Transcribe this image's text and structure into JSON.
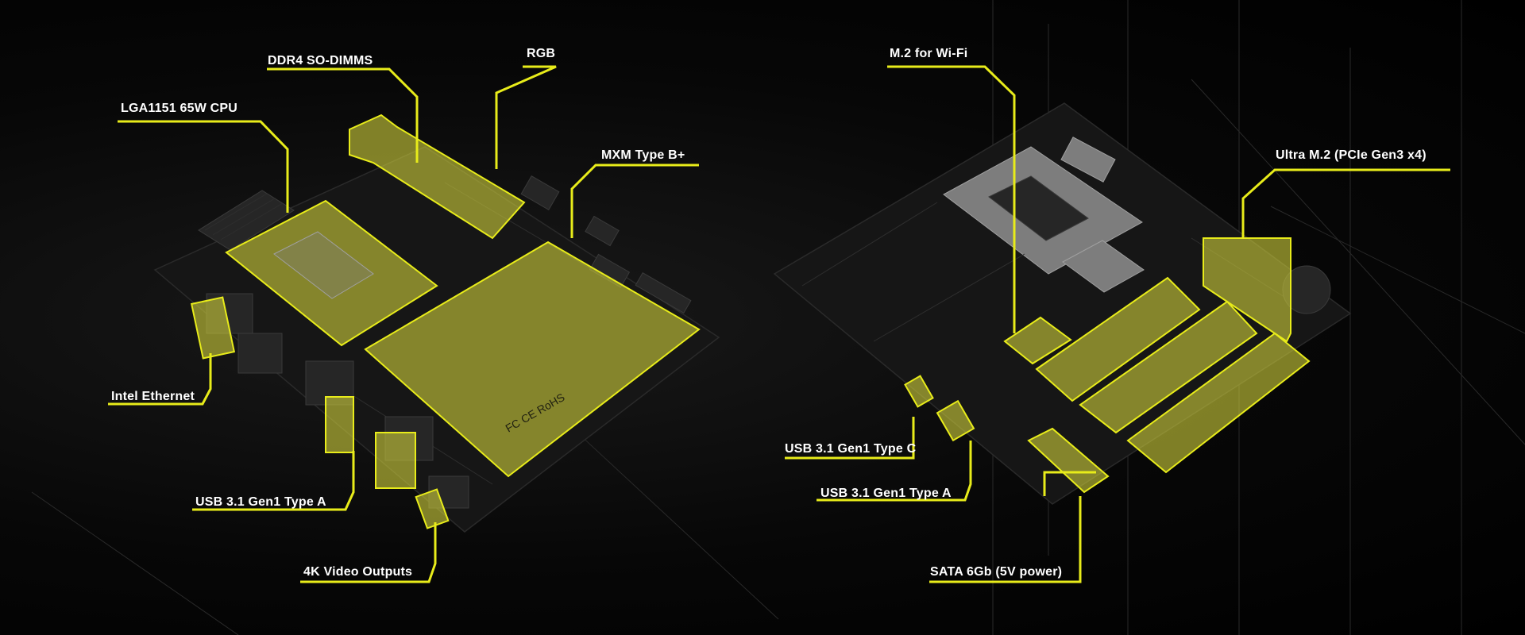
{
  "colors": {
    "accent": "#e8ec1a",
    "highlight": "#c9c93a",
    "background": "#000000",
    "board": "#161616"
  },
  "left_board": {
    "labels": {
      "cpu": "LGA1151 65W CPU",
      "dimm": "DDR4 SO-DIMMS",
      "rgb": "RGB",
      "mxm": "MXM Type B+",
      "ethernet": "Intel Ethernet",
      "usb_a": "USB 3.1 Gen1 Type A",
      "video": "4K Video Outputs"
    }
  },
  "right_board": {
    "labels": {
      "wifi": "M.2 for Wi-Fi",
      "ultra_m2": "Ultra M.2 (PCIe Gen3 x4)",
      "usb_c": "USB 3.1 Gen1 Type C",
      "usb_a": "USB 3.1 Gen1 Type A",
      "sata": "SATA 6Gb (5V power)"
    }
  }
}
